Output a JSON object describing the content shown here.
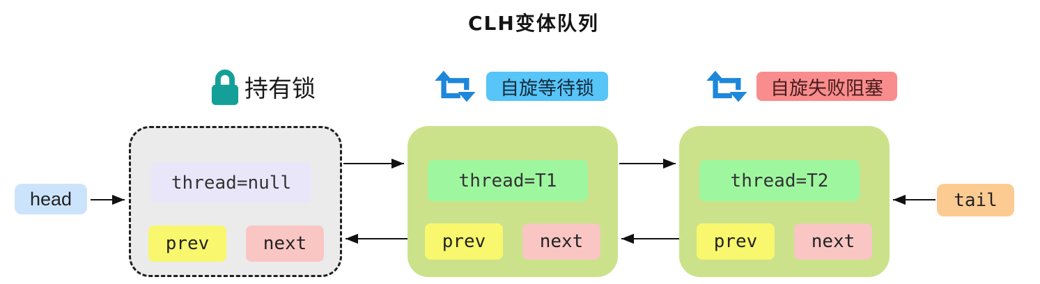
{
  "title": "CLH变体队列",
  "legend": {
    "holder": {
      "label": "持有锁"
    },
    "spin_wait": {
      "label": "自旋等待锁"
    },
    "spin_fail": {
      "label": "自旋失败阻塞"
    }
  },
  "pointers": {
    "head": "head",
    "tail": "tail"
  },
  "nodes": [
    {
      "state": "holds-lock",
      "thread": "thread=null",
      "prev": "prev",
      "next": "next"
    },
    {
      "state": "spin-waiting",
      "thread": "thread=T1",
      "prev": "prev",
      "next": "next"
    },
    {
      "state": "spin-fail-blocked",
      "thread": "thread=T2",
      "prev": "prev",
      "next": "next"
    }
  ],
  "colors": {
    "holder_node_bg": "#ebebeb",
    "holder_node_border": "#1f1f1f",
    "waiting_node_bg": "#cbe28b",
    "thread_null_bg": "#eae6fa",
    "thread_live_bg": "#9ef79f",
    "prev_bg": "#f8f76d",
    "next_bg": "#f9c6c4",
    "head_bg": "#cce4fb",
    "tail_bg": "#fccb92",
    "spin_wait_badge_bg": "#57c5f7",
    "spin_fail_badge_bg": "#f98d8d",
    "lock_icon": "#14a098",
    "spin_icon": "#1d87da",
    "arrow": "#111111"
  }
}
